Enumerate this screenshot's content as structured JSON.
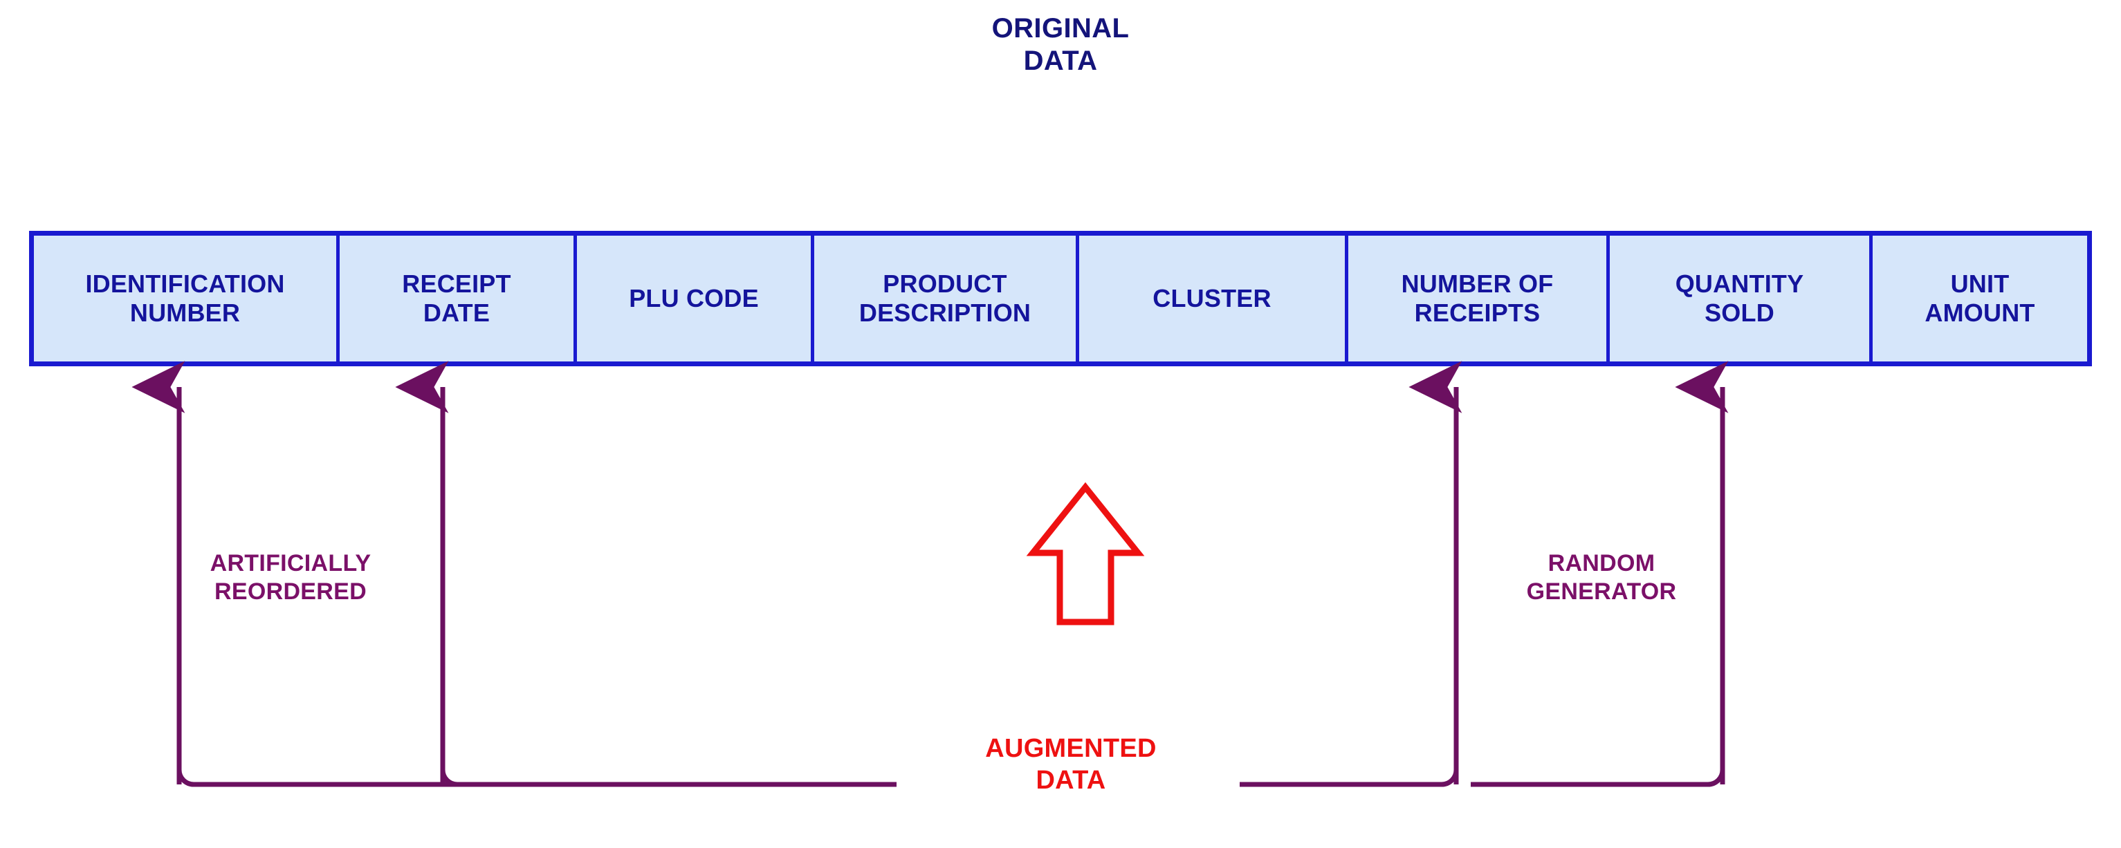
{
  "diagram": {
    "title": "ORIGINAL\nDATA",
    "title_color": "#14147a",
    "background_color": "#ffffff"
  },
  "table": {
    "border_color": "#1a1ad0",
    "fill_color": "#d6e6fa",
    "text_color": "#14149c",
    "columns": [
      {
        "label": "IDENTIFICATION\nNUMBER",
        "augmented": true,
        "augment_method": "artificially-reordered"
      },
      {
        "label": "RECEIPT\nDATE",
        "augmented": true,
        "augment_method": "artificially-reordered"
      },
      {
        "label": "PLU CODE",
        "augmented": false,
        "augment_method": ""
      },
      {
        "label": "PRODUCT\nDESCRIPTION",
        "augmented": false,
        "augment_method": ""
      },
      {
        "label": "CLUSTER",
        "augmented": false,
        "augment_method": ""
      },
      {
        "label": "NUMBER OF\nRECEIPTS",
        "augmented": true,
        "augment_method": "random-generator"
      },
      {
        "label": "QUANTITY\nSOLD",
        "augmented": true,
        "augment_method": "random-generator"
      },
      {
        "label": "UNIT\nAMOUNT",
        "augmented": false,
        "augment_method": ""
      }
    ]
  },
  "annotations": {
    "reordered": {
      "text": "ARTIFICIALLY\nREORDERED",
      "color": "#7b1068",
      "applies_to": [
        "IDENTIFICATION NUMBER",
        "RECEIPT DATE"
      ]
    },
    "random": {
      "text": "RANDOM\nGENERATOR",
      "color": "#7b1068",
      "applies_to": [
        "NUMBER OF RECEIPTS",
        "QUANTITY SOLD"
      ]
    },
    "augmented": {
      "text": "AUGMENTED\nDATA",
      "color": "#ee1111"
    }
  },
  "icons": {
    "up-arrow-icon": "↑",
    "connector-arrow-icon": "↑"
  }
}
